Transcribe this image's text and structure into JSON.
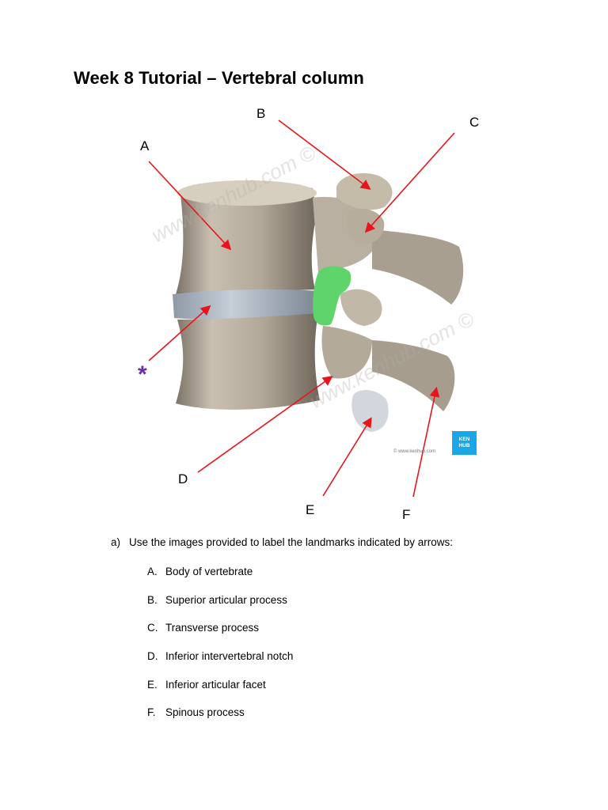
{
  "document": {
    "title": "Week 8 Tutorial – Vertebral column"
  },
  "figure": {
    "labels": {
      "a": "A",
      "b": "B",
      "c": "C",
      "d": "D",
      "e": "E",
      "f": "F",
      "star": "*"
    },
    "watermark": "www.kenhub.com ©",
    "credit": "© www.kenhub.com",
    "badge": {
      "line1": "KEN",
      "line2": "HUB"
    },
    "colors": {
      "arrow": "#e8141b",
      "highlight": "#5fd46a",
      "asterisk": "#6b2fa0",
      "badge": "#1aa7e8"
    }
  },
  "question": {
    "number": "a)",
    "text": "Use the images provided to label the landmarks indicated by arrows:"
  },
  "answers": [
    {
      "letter": "A.",
      "text": "Body of vertebrate"
    },
    {
      "letter": "B.",
      "text": "Superior articular process"
    },
    {
      "letter": "C.",
      "text": "Transverse process"
    },
    {
      "letter": "D.",
      "text": "Inferior intervertebral notch"
    },
    {
      "letter": "E.",
      "text": "Inferior articular facet"
    },
    {
      "letter": "F.",
      "text": "Spinous process"
    }
  ]
}
